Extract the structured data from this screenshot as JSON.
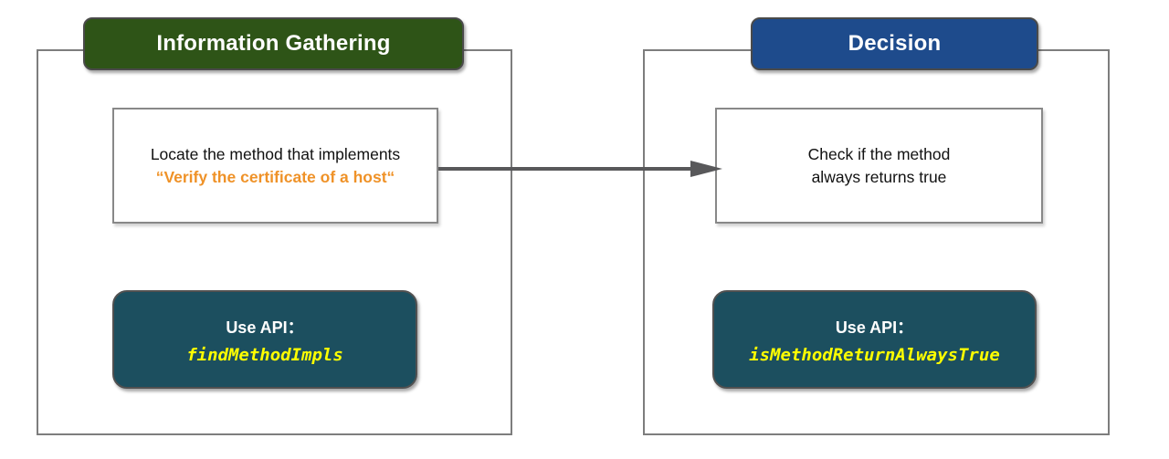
{
  "diagram": {
    "panels": [
      {
        "title": "Information Gathering",
        "title_bg_color": "#2e5417",
        "step_box": {
          "line1": "Locate the method that implements",
          "line2": "“Verify the certificate of a host“",
          "highlight_color": "#ef9228"
        },
        "api_box": {
          "label": "Use API：",
          "api_name": "findMethodImpls",
          "bg_color": "#1c4f5f",
          "api_name_color": "#ffff00"
        }
      },
      {
        "title": "Decision",
        "title_bg_color": "#1e4b8c",
        "step_box": {
          "line1": "Check if the method",
          "line2": "always returns true"
        },
        "api_box": {
          "label": "Use API：",
          "api_name": "isMethodReturnAlwaysTrue",
          "bg_color": "#1c4f5f",
          "api_name_color": "#ffff00"
        }
      }
    ],
    "arrow": {
      "direction": "left-to-right",
      "color": "#58585a"
    }
  }
}
